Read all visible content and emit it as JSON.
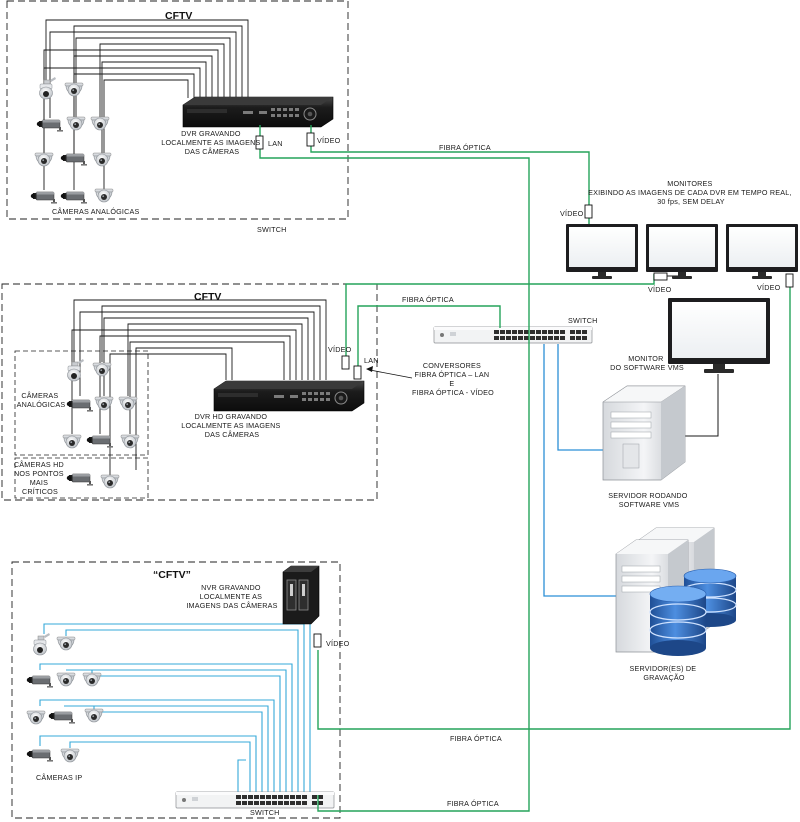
{
  "sections": {
    "top_title": "CFTV",
    "mid_title": "CFTV",
    "bottom_title": "“CFTV”"
  },
  "labels": {
    "dvr_top": [
      "DVR GRAVANDO",
      "LOCALMENTE AS IMAGENS",
      "DAS CÂMERAS"
    ],
    "lan_top": "LAN",
    "video_top": "VÍDEO",
    "cameras_analog_top": "CÂMERAS ANALÓGICAS",
    "switch_top": "SWITCH",
    "fibra_top": "FIBRA ÓPTICA",
    "monitors": [
      "MONITORES",
      "EXIBINDO AS IMAGENS DE CADA DVR EM TEMPO REAL,",
      "30 fps, SEM DELAY"
    ],
    "video_monitors_left": "VÍDEO",
    "video_monitors_mid": "VÍDEO",
    "video_monitors_right": "VÍDEO",
    "fibra_mid": "FIBRA ÓPTICA",
    "switch_mid": "SWITCH",
    "video_mid": "VÍDEO",
    "lan_mid": "LAN",
    "converters": [
      "CONVERSORES",
      "FIBRA ÓPTICA – LAN",
      "E",
      "FIBRA ÓPTICA - VÍDEO"
    ],
    "cameras_analog_mid": [
      "CÂMERAS",
      "ANALÓGICAS"
    ],
    "cameras_hd_mid": [
      "CÂMERAS HD",
      "NOS PONTOS",
      "MAIS",
      "CRÍTICOS"
    ],
    "dvr_hd_mid": [
      "DVR HD GRAVANDO",
      "LOCALMENTE AS IMAGENS",
      "DAS CÂMERAS"
    ],
    "monitor_vms": [
      "MONITOR",
      "DO SOFTWARE VMS"
    ],
    "server_vms": [
      "SERVIDOR RODANDO",
      "SOFTWARE VMS"
    ],
    "recording_servers": [
      "SERVIDOR(ES) DE",
      "GRAVAÇÃO"
    ],
    "nvr": [
      "NVR GRAVANDO",
      "LOCALMENTE AS",
      "IMAGENS DAS CÂMERAS"
    ],
    "video_bottom": "VÍDEO",
    "cameras_ip": "CÂMERAS IP",
    "fibra_bottom1": "FIBRA ÓPTICA",
    "fibra_bottom2": "FIBRA ÓPTICA",
    "switch_bottom": "SWITCH"
  },
  "icons": [
    "dome-camera-icon",
    "box-camera-icon",
    "ptz-camera-icon",
    "dvr-icon",
    "nvr-icon",
    "network-switch-icon",
    "monitor-icon",
    "tower-server-icon",
    "database-icon",
    "converter-icon"
  ],
  "colors": {
    "fiber": "#25a45a",
    "utp": "#35a8d8",
    "network": "#2b8fd6",
    "coax": "#1a1a1a"
  }
}
